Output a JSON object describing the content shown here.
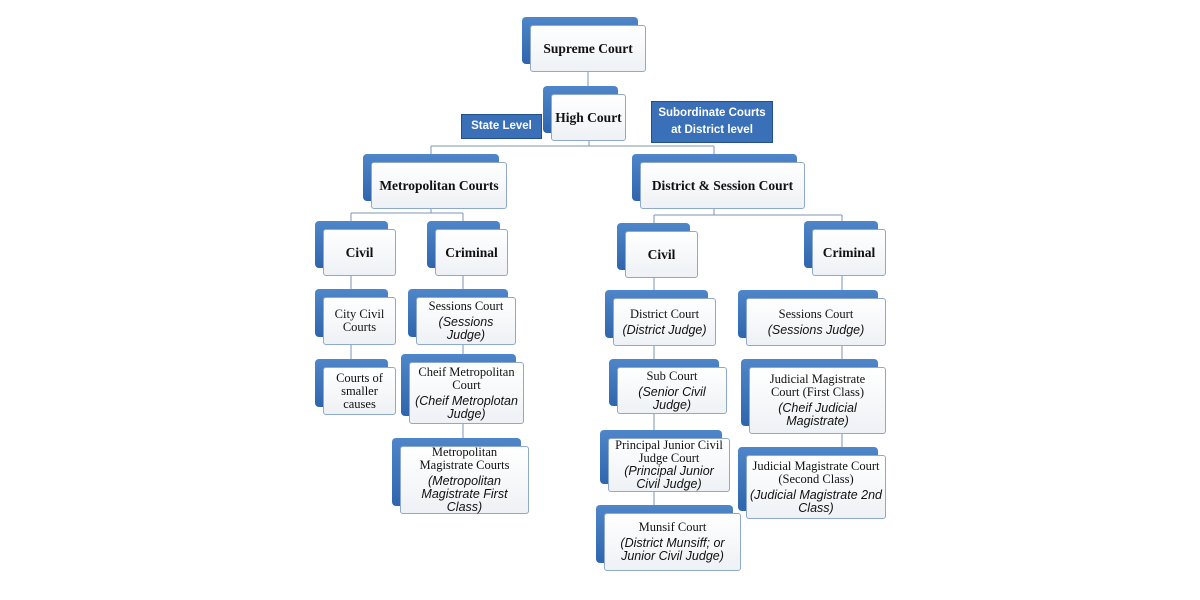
{
  "supreme_court": "Supreme Court",
  "high_court": "High Court",
  "state_level_tag": "State Level",
  "subordinate_tag": [
    "Subordinate Courts",
    "at District level"
  ],
  "metropolitan": {
    "title": "Metropolitan Courts",
    "civil": {
      "title": "Civil",
      "city_civil": [
        "City Civil",
        "Courts"
      ],
      "smaller_causes": [
        "Courts of",
        "smaller",
        "causes"
      ]
    },
    "criminal": {
      "title": "Criminal",
      "sessions": {
        "name": "Sessions Court",
        "judge": "(Sessions Judge)"
      },
      "chief_metro": {
        "name": [
          "Cheif Metropolitan",
          "Court"
        ],
        "judge": [
          "(Cheif Metroplotan",
          "Judge)"
        ]
      },
      "metro_magistrate": {
        "name": [
          "Metropolitan",
          "Magistrate Courts"
        ],
        "judge": [
          "(Metropolitan",
          "Magistrate First Class)"
        ]
      }
    }
  },
  "district": {
    "title": "District & Session Court",
    "civil": {
      "title": "Civil",
      "district_court": {
        "name": "District Court",
        "judge": "(District Judge)"
      },
      "sub_court": {
        "name": "Sub Court",
        "judge": "(Senior Civil Judge)"
      },
      "principal_junior": {
        "name": [
          "Principal Junior Civil",
          "Judge Court"
        ],
        "judge": [
          "(Principal Junior",
          "Civil Judge)"
        ]
      },
      "munsif": {
        "name": "Munsif Court",
        "judge": [
          "(District Munsiff; or",
          "Junior Civil Judge)"
        ]
      }
    },
    "criminal": {
      "title": "Criminal",
      "sessions": {
        "name": "Sessions Court",
        "judge": "(Sessions Judge)"
      },
      "jm_first": {
        "name": [
          "Judicial Magistrate",
          "Court (First Class)"
        ],
        "judge": [
          "(Cheif Judicial",
          "Magistrate)"
        ]
      },
      "jm_second": {
        "name": [
          "Judicial Magistrate Court",
          "(Second Class)"
        ],
        "judge": [
          "(Judicial Magistrate 2nd",
          "Class)"
        ]
      }
    }
  },
  "colors": {
    "box_shadow": "#3a70b8",
    "tag_fill": "#3a70b8",
    "connector": "#7f95b0"
  }
}
